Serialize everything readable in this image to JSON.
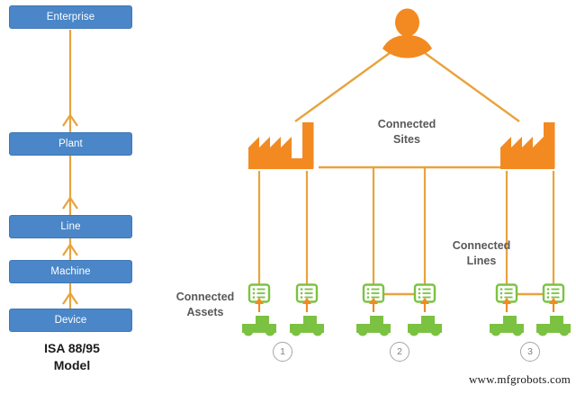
{
  "colors": {
    "box_fill": "#4a86c8",
    "box_border": "#3f78b5",
    "connector_orange": "#e8a33d",
    "icon_orange": "#f28a21",
    "asset_green": "#7cc242",
    "label_gray": "#595959",
    "circle_gray": "#a6a6a6",
    "background": "#ffffff"
  },
  "isa_model": {
    "caption_line1": "ISA 88/95",
    "caption_line2": "Model",
    "levels": [
      {
        "label": "Enterprise"
      },
      {
        "label": "Plant"
      },
      {
        "label": "Line"
      },
      {
        "label": "Machine"
      },
      {
        "label": "Device"
      }
    ]
  },
  "architecture": {
    "person_icon": "person-icon",
    "factory_icon": "factory-icon",
    "device_icon": "connected-device-icon",
    "machine_icon": "machine-icon",
    "labels": {
      "connected_sites_line1": "Connected",
      "connected_sites_line2": "Sites",
      "connected_lines_line1": "Connected",
      "connected_lines_line2": "Lines",
      "connected_assets_line1": "Connected",
      "connected_assets_line2": "Assets"
    },
    "groups": [
      {
        "number": "1",
        "connected": false
      },
      {
        "number": "2",
        "connected": true
      },
      {
        "number": "3",
        "connected": true
      }
    ]
  },
  "watermark": {
    "text": "www.mfgrobots.com"
  }
}
